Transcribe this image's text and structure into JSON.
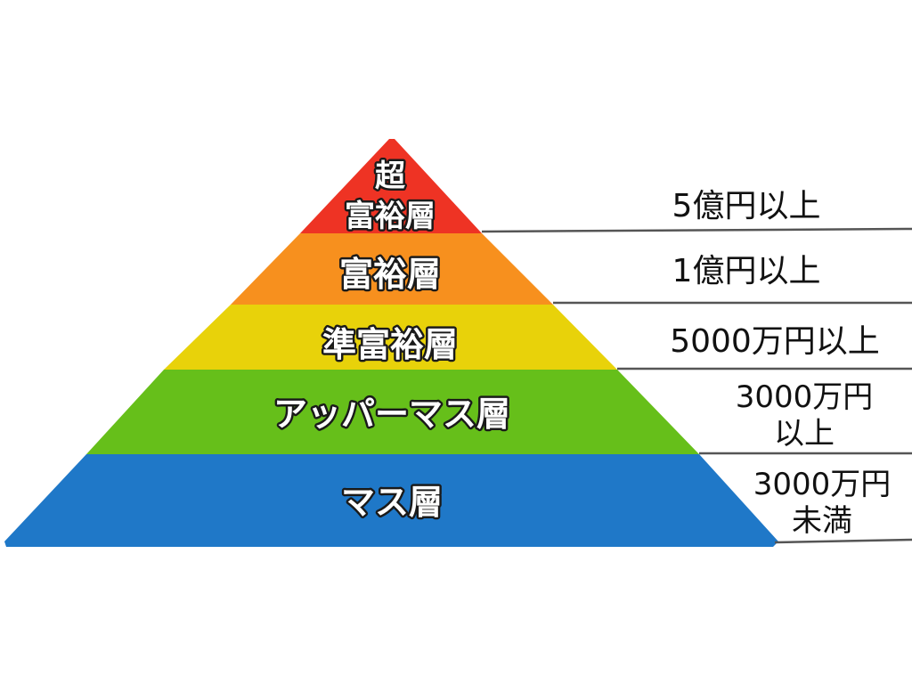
{
  "pyramid": {
    "tiers": [
      {
        "lines": [
          "超",
          "富裕層"
        ],
        "color": "#ee3324",
        "criteria": [
          "5億円以上"
        ]
      },
      {
        "lines": [
          "富裕層"
        ],
        "color": "#f7901e",
        "criteria": [
          "1億円以上"
        ]
      },
      {
        "lines": [
          "準富裕層"
        ],
        "color": "#e8d20a",
        "criteria": [
          "5000万円以上"
        ]
      },
      {
        "lines": [
          "アッパーマス層"
        ],
        "color": "#66bf1a",
        "criteria": [
          "3000万円",
          "以上"
        ]
      },
      {
        "lines": [
          "マス層"
        ],
        "color": "#1f78c8",
        "criteria": [
          "3000万円",
          "未満"
        ]
      }
    ]
  }
}
